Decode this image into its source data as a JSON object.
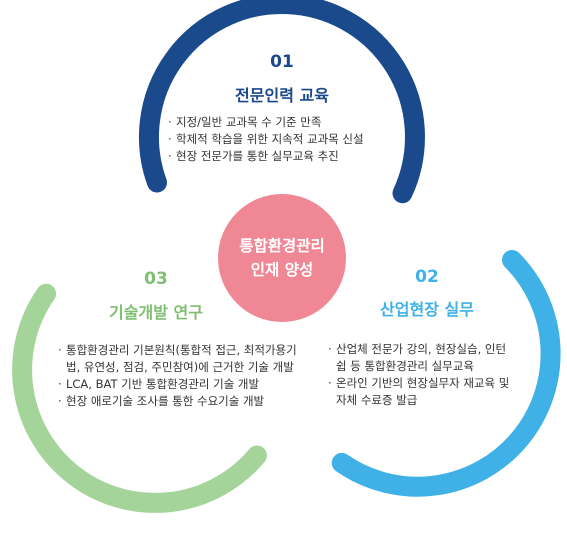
{
  "colors": {
    "ring1": "#1a4a8c",
    "ring2": "#3fb1e7",
    "ring3": "#a5d49b",
    "center": "#ef8794",
    "num1": "#1a4a8c",
    "num2": "#3fb1e7",
    "num3": "#7fbf72"
  },
  "center": {
    "line1": "통합환경관리",
    "line2": "인재 양성"
  },
  "sections": [
    {
      "number": "01",
      "title": "전문인력 교육",
      "items": [
        "지정/일반 교과목 수 기준 만족",
        "학제적 학습을 위한 지속적 교과목 신설",
        "현장 전문가를 통한 실무교육 추진"
      ]
    },
    {
      "number": "02",
      "title": "산업현장 실무",
      "items": [
        "산업체 전문가 강의, 현장실습, 인턴쉽 등 통합환경관리 실무교육",
        "온라인 기반의 현장실무자 재교육 및 자체 수료증 발급"
      ]
    },
    {
      "number": "03",
      "title": "기술개발 연구",
      "items": [
        "통합환경관리 기본원칙(통합적 접근, 최적가용기법, 유연성, 점검, 주민참여)에 근거한 기술 개발",
        "LCA, BAT 기반 통합환경관리 기술 개발",
        "현장 애로기술 조사를 통한 수요기술 개발"
      ]
    }
  ]
}
